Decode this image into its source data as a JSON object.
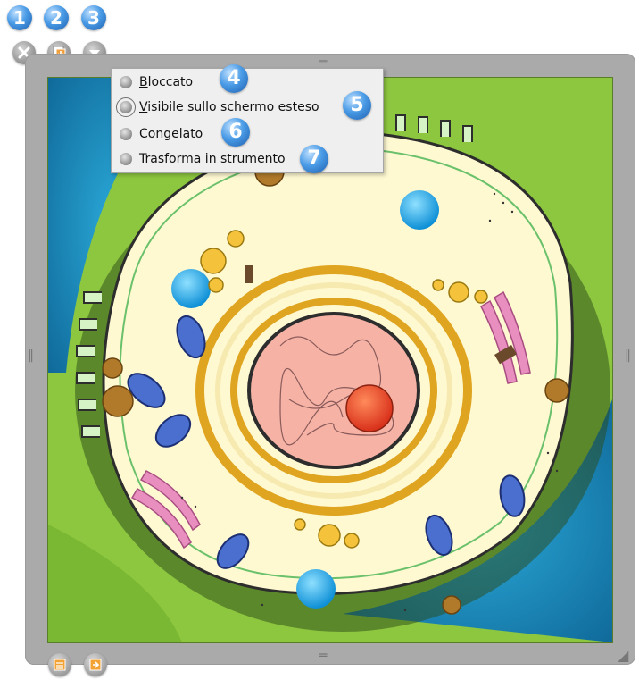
{
  "badges": [
    "1",
    "2",
    "3",
    "4",
    "5",
    "6",
    "7"
  ],
  "controls": {
    "close": "close-icon",
    "duplicate": "duplicate-icon",
    "menu": "chevron-down-icon",
    "bring_forward": "bring-forward-icon",
    "send_backward": "send-backward-icon"
  },
  "menu": {
    "items": [
      {
        "label": "Bloccato",
        "icon": "lock-icon"
      },
      {
        "label": "Visibile sullo schermo esteso",
        "icon": "eye-icon"
      },
      {
        "label": "Congelato",
        "icon": "snowflake-icon"
      },
      {
        "label": "Trasforma in strumento",
        "icon": "tool-icon"
      }
    ]
  },
  "colors": {
    "frame": "#aaaaaa",
    "accent_blue": "#3a8ee0",
    "background_green": "#8dc63f",
    "background_blue": "#2aa9d8",
    "cytoplasm": "#fff9d2",
    "nucleus": "#f6b3a5",
    "nucleolus": "#e8401e"
  }
}
